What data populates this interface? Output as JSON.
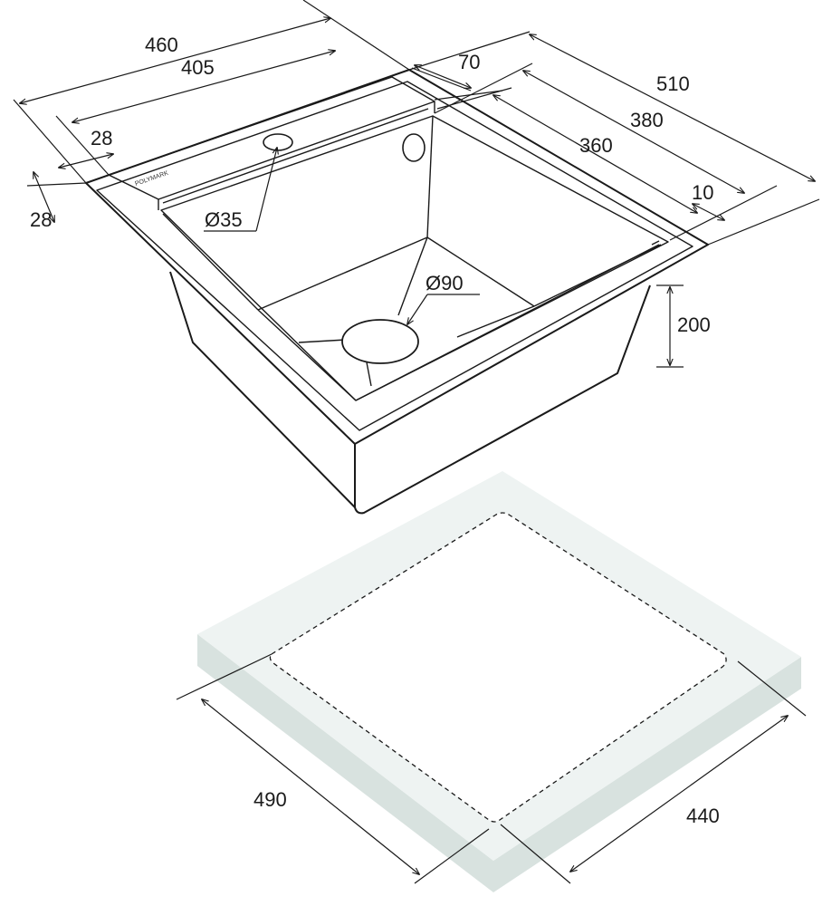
{
  "dimensions": {
    "overall_width": "460",
    "inner_width": "405",
    "overall_depth": "510",
    "inner_depth": "380",
    "bowl_depth": "360",
    "rear_deck": "70",
    "side_rim_left": "28",
    "front_rim": "28",
    "side_rim_right": "10",
    "bowl_height": "200",
    "tap_hole": "Ø35",
    "drain": "Ø90",
    "cutout_width": "490",
    "cutout_depth": "440"
  },
  "brand": "POLYMARK",
  "colors": {
    "line": "#1a1a1a",
    "frame_top": "#eef3f2",
    "frame_side": "#d8e2df"
  }
}
